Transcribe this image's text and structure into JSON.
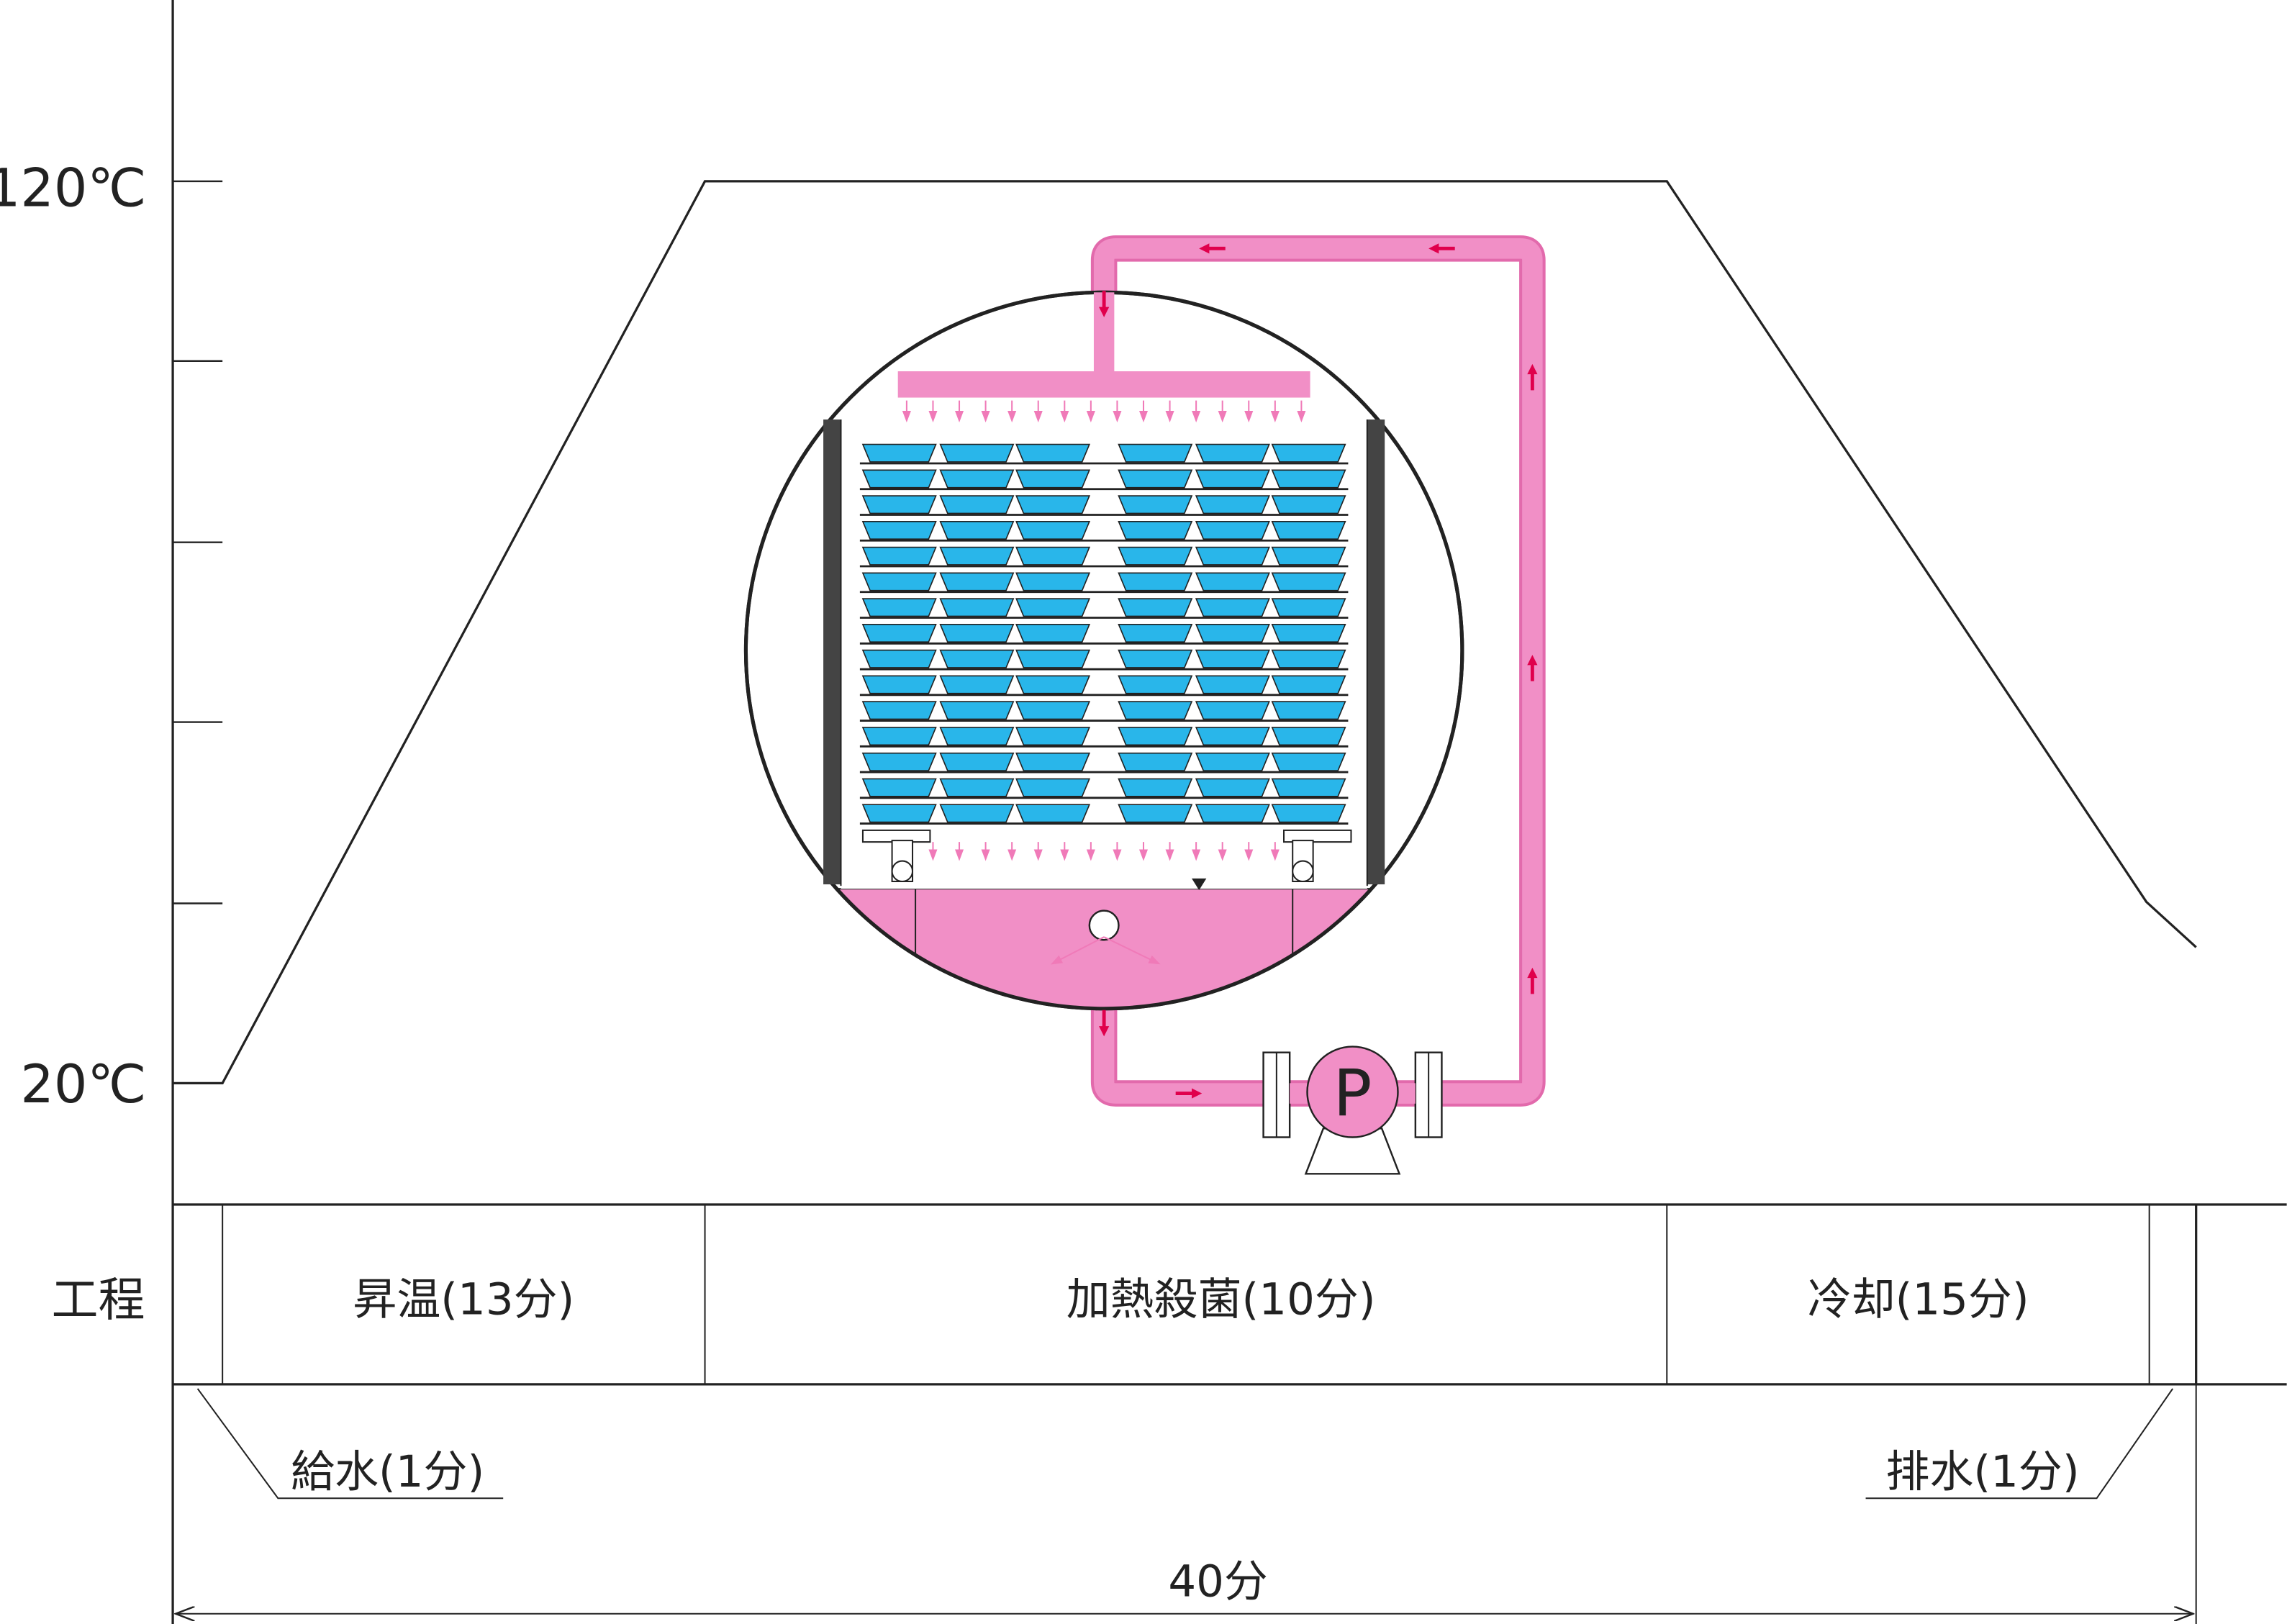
{
  "y_axis": {
    "top_label": "120℃",
    "bottom_label": "20℃"
  },
  "process_table": {
    "row_label": "工程",
    "phases": [
      "昇温(13分)",
      "加熱殺菌(10分)",
      "冷却(15分)"
    ]
  },
  "sub_steps": {
    "supply": "給水(1分)",
    "drain": "排水(1分)"
  },
  "total_time": "40分",
  "pump_label": "P",
  "colors": {
    "pipe": "#f18fc6",
    "arrow": "#e0004c",
    "container": "#29b6ea",
    "line": "#222222"
  }
}
